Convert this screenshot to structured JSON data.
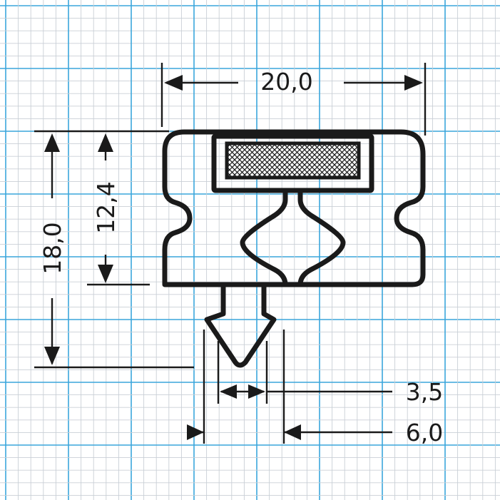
{
  "colors": {
    "grid_minor": "#c9cfd6",
    "grid_major": "#3aa6dc",
    "ink": "#1a1a1a",
    "mesh": "#1a1a1a"
  },
  "dimensions": {
    "width": "20,0",
    "height": "18,0",
    "base_height": "12,4",
    "tongue_width": "3,5",
    "tip_width": "6,0"
  }
}
